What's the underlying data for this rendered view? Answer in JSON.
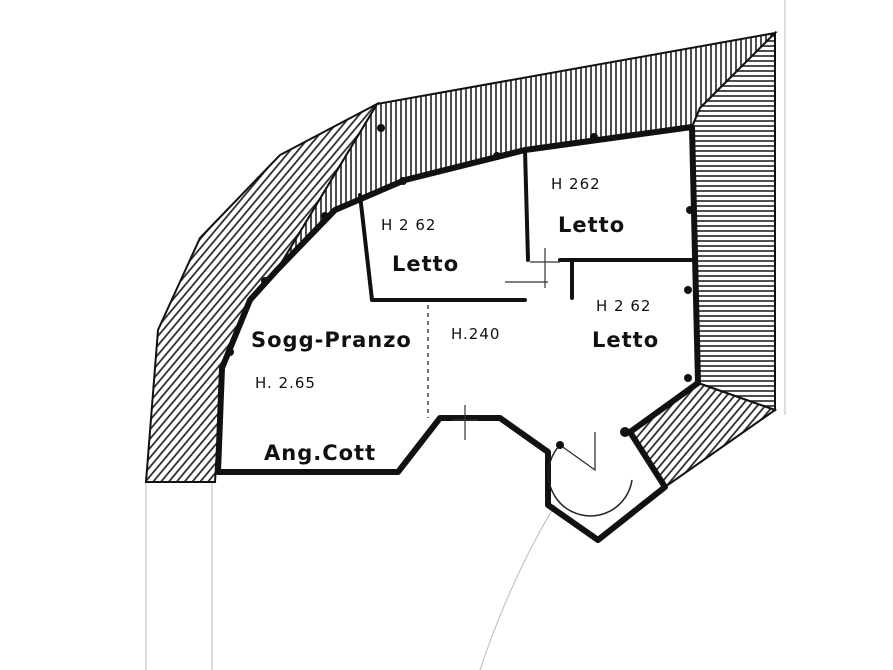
{
  "rooms": {
    "bedroom_center": {
      "name": "Letto",
      "height": "H 2 62"
    },
    "bedroom_top_right": {
      "name": "Letto",
      "height": "H 262"
    },
    "bedroom_right": {
      "name": "Letto",
      "height": "H 2 62"
    },
    "living_dining": {
      "name": "Sogg-Pranzo",
      "height": "H. 2.65"
    },
    "kitchen_corner": {
      "name": "Ang.Cott"
    },
    "corridor": {
      "height": "H.240"
    }
  },
  "colors": {
    "ink": "#111111",
    "paper": "#ffffff"
  }
}
